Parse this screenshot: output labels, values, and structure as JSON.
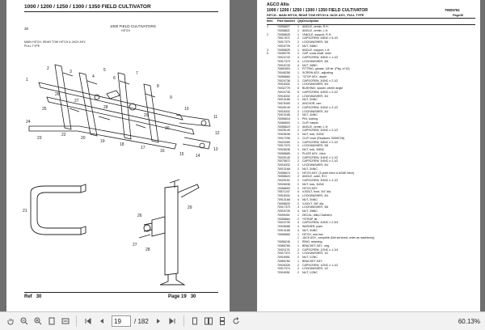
{
  "viewer": {
    "current_page": "19",
    "total_pages": "/ 182",
    "zoom": "60.13%"
  },
  "left_page": {
    "title": "1000 / 1200 / 1250 / 1300 / 1350 FIELD CULTIVATOR",
    "fig_no": "30",
    "caption_1": "1000 FIELD CULTIVATORS",
    "caption_2": "HITCH",
    "subtitle": "MAIN HITCH, REAR TOW HITCH & JACK ASY.",
    "subtitle_2": "PULL TYPE",
    "callouts": [
      "1",
      "2",
      "3",
      "4",
      "5",
      "6",
      "7",
      "8",
      "9",
      "10",
      "11",
      "12",
      "13",
      "14",
      "15",
      "16",
      "17",
      "18",
      "19",
      "20",
      "21",
      "22",
      "23",
      "24",
      "25",
      "26",
      "27",
      "28",
      "29",
      "30"
    ],
    "ref_label": "Ref",
    "ref_value": "30",
    "page_label": "Page",
    "page_value": "19",
    "page_ref": "30"
  },
  "right_page": {
    "brand": "AGCO Allis",
    "title": "1000 / 1200 / 1250 / 1300 / 1350 FIELD CULTIVATOR",
    "code": "79005762",
    "hitch_line": "HITCH - MAIN HITCH, REAR TOW HITCH & JACK ASY., PULL TYPE",
    "page_line": "Page30",
    "col_item": "Item",
    "col_part": "Part Number",
    "col_qty": "Qty",
    "col_desc": "Description",
    "rows": [
      [
        "1",
        "70058827",
        "1",
        "ANGLE, center, R.H."
      ],
      [
        "",
        "70058821",
        "1",
        "ANGLE, center, L.H."
      ],
      [
        "2",
        "70058826",
        "1",
        "*ANGLE, support, R.H."
      ],
      [
        "",
        "70017671",
        "2",
        "CAPSCREW, 3/8NC x 5-1/2"
      ],
      [
        "",
        "70917373",
        "2",
        "LOCKWASHER, 3/8"
      ],
      [
        "",
        "70915726",
        "2",
        "NUT, 3/8NC"
      ],
      [
        "3",
        "70058825",
        "1",
        "ANGLE, support, L.H."
      ],
      [
        "5",
        "70058739",
        "2",
        "CAP, cross shaft, inner"
      ],
      [
        "",
        "70024743",
        "4",
        "CAPSCREW, 3/8NC x 1-1/2"
      ],
      [
        "",
        "70917373",
        "4",
        "LOCKWASHER, 3/8"
      ],
      [
        "",
        "70915726",
        "4",
        "NUT, 3/8NC"
      ],
      [
        "",
        "70682803",
        "1",
        "FITTING, grease, 1/8 str. (Pkg. of 10)"
      ],
      [
        "",
        "70048256",
        "1",
        "SCREW ASY., adjusting"
      ],
      [
        "",
        "70058660",
        "1",
        "\"STOP ASY., depth"
      ],
      [
        "",
        "70024738",
        "2",
        "CAPSCREW, 3/4NC x 2-1/2"
      ],
      [
        "",
        "70918332",
        "1",
        "LOCKWASHER, 3/4"
      ],
      [
        "",
        "70032775",
        "5",
        "BUSHING, spacer, center angle"
      ],
      [
        "",
        "70024745",
        "5",
        "CAPSCREW, 3/4NC x 2-1/2"
      ],
      [
        "",
        "70918332",
        "2",
        "LOCKWASHER, 3/4"
      ],
      [
        "",
        "70913168",
        "1",
        "NUT, 3/4NC"
      ],
      [
        "",
        "70075499",
        "1",
        "ANCHOR, ram"
      ],
      [
        "",
        "70025149",
        "2",
        "CAPSCREW, 3/4NC x 2-1/2"
      ],
      [
        "",
        "70918332",
        "2",
        "LOCKWASHER, 3/4"
      ],
      [
        "",
        "70913168",
        "2",
        "NUT, 3/4NC"
      ],
      [
        "",
        "70058618",
        "1",
        "PIN, locking"
      ],
      [
        "",
        "70066603",
        "1",
        "CLIP, hairpin"
      ],
      [
        "",
        "70058623",
        "1",
        "ANGLE, center, L.H."
      ],
      [
        "",
        "70025149",
        "2",
        "CAPSCREW, 3/4NC x 2-1/2"
      ],
      [
        "",
        "70928038",
        "2",
        "NUT, lock, 3/4NC"
      ],
      [
        "",
        "70917296",
        "1",
        "CLIP, hose (Replaces 70595728)"
      ],
      [
        "",
        "70023289",
        "1",
        "CAPSCREW, 3/8NC x 2-1/2"
      ],
      [
        "",
        "70917373",
        "1",
        "LOCKWASHER, 3/8"
      ],
      [
        "",
        "70928036",
        "1",
        "NUT, lock, 3/8NC"
      ],
      [
        "",
        "70058665",
        "1",
        "PLATE ASY., hitch"
      ],
      [
        "",
        "70025149",
        "2",
        "CAPSCREW, 3/4NC x 2-1/2"
      ],
      [
        "",
        "70075872",
        "2",
        "CAPSCREW, 3/4NC x 2-1/2"
      ],
      [
        "",
        "70918332",
        "2",
        "LOCKWASHER, 3/4"
      ],
      [
        "",
        "70913168",
        "2",
        "NUT, 3/4NC"
      ],
      [
        "",
        "70058674",
        "1",
        "HITCH ASY. (3-point hitch & ASAE hitch)"
      ],
      [
        "",
        "70058624",
        "2",
        "ANGLE, outer, R.H."
      ],
      [
        "",
        "70025152",
        "2",
        "CAPSCREW, 3/4NC x 2-1/2"
      ],
      [
        "",
        "70928038",
        "2",
        "NUT, lock, 3/4NC"
      ],
      [
        "",
        "70058653",
        "2",
        "HITCH ASY."
      ],
      [
        "",
        "70571247",
        "4",
        "V-BOLT, front, 3/4\" dia."
      ],
      [
        "",
        "70918332",
        "4",
        "LOCKWASHER, 3/4"
      ],
      [
        "",
        "70913168",
        "4",
        "NUT, 3/4NC"
      ],
      [
        "",
        "70058633",
        "2",
        "V-BOLT, 3/8\" dia."
      ],
      [
        "",
        "70917373",
        "4",
        "LOCKWASHER, 3/8"
      ],
      [
        "",
        "70915726",
        "4",
        "NUT, 3/8NC"
      ],
      [
        "",
        "70095401",
        "1",
        "DECAL, Allis-Chalmers"
      ],
      [
        "",
        "70058664",
        "2",
        "*STRAP, tie"
      ],
      [
        "",
        "70024739",
        "4",
        "CAPSCREW, 3/4NC x 2-3/4"
      ],
      [
        "",
        "70928088",
        "4",
        "WASHER, plain"
      ],
      [
        "",
        "70913168",
        "4",
        "NUT, 3/4NC"
      ],
      [
        "",
        "70058660",
        "1",
        "HITCH, rear tow"
      ],
      [
        "",
        "",
        "1",
        "JACK ASY., complete (Not serviced; order as machinery)"
      ],
      [
        "",
        "70058246",
        "1",
        "RING, retaining"
      ],
      [
        "",
        "70565780",
        "1",
        "BRACKET ASY., mtg."
      ],
      [
        "",
        "70921176",
        "2",
        "CAPSCREW, 1/2NC x 1-1/4"
      ],
      [
        "",
        "70917374",
        "2",
        "LOCKWASHER, 1/2"
      ],
      [
        "",
        "70916951",
        "2",
        "NUT, 1/2NC"
      ],
      [
        "",
        "70565760",
        "1",
        "BRACKET ASY."
      ],
      [
        "",
        "70926326",
        "2",
        "CAPSCREW, 1/2NC x 1-1/2"
      ],
      [
        "",
        "70917374",
        "2",
        "LOCKWASHER, 1/2"
      ],
      [
        "",
        "70916951",
        "2",
        "NUT, 1/2NC"
      ]
    ]
  }
}
